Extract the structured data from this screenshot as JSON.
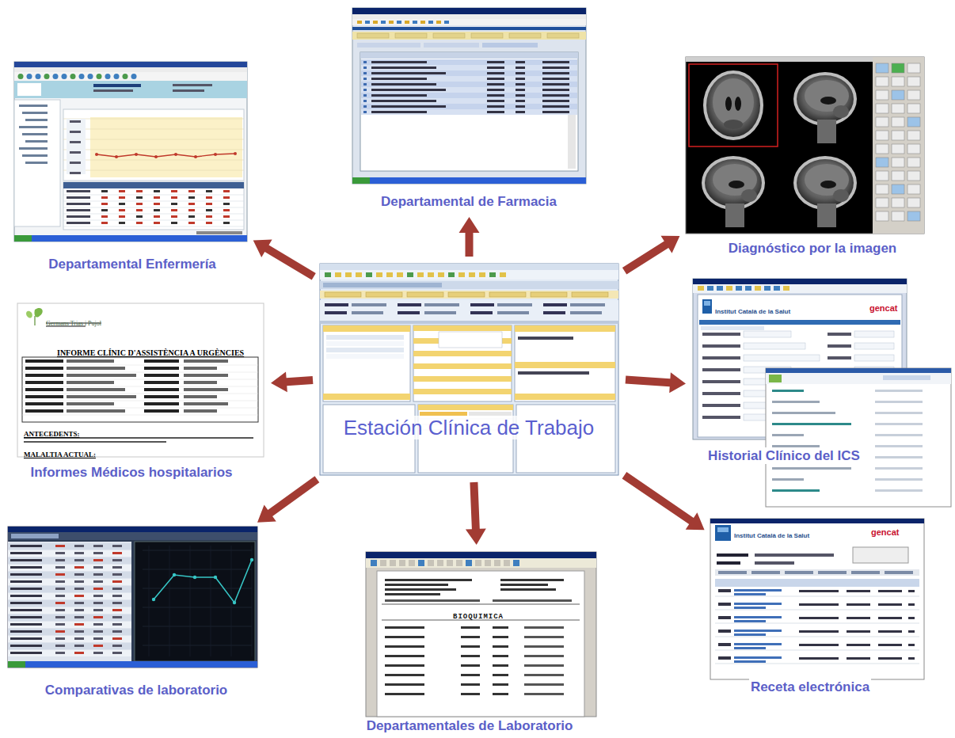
{
  "diagram": {
    "nodes": [
      {
        "text": [
          "Departamental Enfermería"
        ]
      },
      {
        "text": [
          "Departamental de Farmacia"
        ]
      },
      {
        "text": [
          "Diagnóstico por la imagen"
        ]
      },
      {
        "text": [
          "Informes Médicos hospitalarios"
        ]
      },
      {
        "text": [
          "Estación Clínica de Trabajo"
        ]
      },
      {
        "text": [
          "Historial Clínico del ICS"
        ]
      },
      {
        "text": [
          "Comparativas de laboratorio"
        ]
      },
      {
        "text": [
          "Departamentales de Laboratorio"
        ]
      },
      {
        "text": [
          "Receta electrónica"
        ]
      }
    ],
    "edges": [
      {
        "from": 4,
        "to": 0,
        "arrow": "to"
      },
      {
        "from": 4,
        "to": 1,
        "arrow": "to"
      },
      {
        "from": 4,
        "to": 2,
        "arrow": "to"
      },
      {
        "from": 4,
        "to": 3,
        "arrow": "to"
      },
      {
        "from": 4,
        "to": 5,
        "arrow": "to"
      },
      {
        "from": 4,
        "to": 6,
        "arrow": "to"
      },
      {
        "from": 4,
        "to": 7,
        "arrow": "to"
      },
      {
        "from": 4,
        "to": 8,
        "arrow": "to"
      }
    ],
    "labels": [
      "Germans Trias i Pujol",
      "INFORME CLÍNIC D'ASSISTÈNCIA A URGÈNCIES",
      "ANTECEDENTS:",
      "MALALTIA ACTUAL:",
      "Institut Català de la Salut",
      "gencat",
      "BIOQUIMICA",
      "Institut Català de la Salut",
      "gencat"
    ]
  }
}
